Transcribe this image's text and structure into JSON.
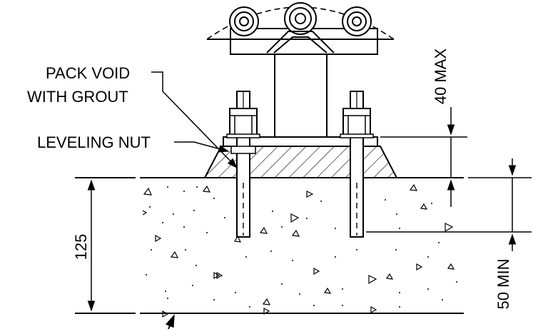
{
  "labels": {
    "pack_void_line1": "PACK VOID",
    "pack_void_line2": "WITH GROUT",
    "leveling_nut": "LEVELING NUT"
  },
  "dimensions": {
    "slab_thickness": "125",
    "grout_max": "40 MAX",
    "embed_min": "50 MIN"
  },
  "colors": {
    "line": "#000000",
    "background": "#ffffff"
  }
}
